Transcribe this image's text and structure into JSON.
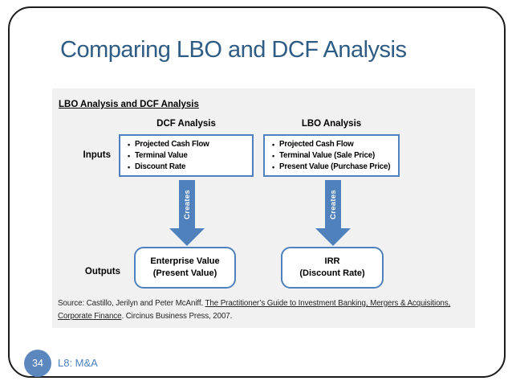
{
  "slide": {
    "title": "Comparing LBO and DCF Analysis",
    "page_number": "34",
    "footer_label": "L8: M&A"
  },
  "diagram": {
    "heading": "LBO Analysis and DCF Analysis",
    "row_labels": {
      "inputs": "Inputs",
      "outputs": "Outputs"
    },
    "columns": [
      {
        "header": "DCF Analysis",
        "inputs": [
          "Projected Cash Flow",
          "Terminal Value",
          "Discount Rate"
        ],
        "arrow_label": "Creates",
        "output_line1": "Enterprise Value",
        "output_line2": "(Present Value)"
      },
      {
        "header": "LBO Analysis",
        "inputs": [
          "Projected Cash Flow",
          "Terminal Value (Sale Price)",
          "Present Value (Purchase Price)"
        ],
        "arrow_label": "Creates",
        "output_line1": "IRR",
        "output_line2": "(Discount Rate)"
      }
    ],
    "source": {
      "prefix": "Source: Castillo, Jerilyn and Peter McAniff.  ",
      "book_title": "The Practitioner’s Guide to Investment Banking, Mergers & Acquisitions, Corporate Finance",
      "suffix": ".  Circinus Business Press, 2007."
    }
  },
  "colors": {
    "title_blue": "#2e5c84",
    "accent_blue": "#4f81bd",
    "bubble_blue": "#5b87be",
    "panel_gray": "#f1f1f1",
    "frame_black": "#1c1c1c"
  }
}
